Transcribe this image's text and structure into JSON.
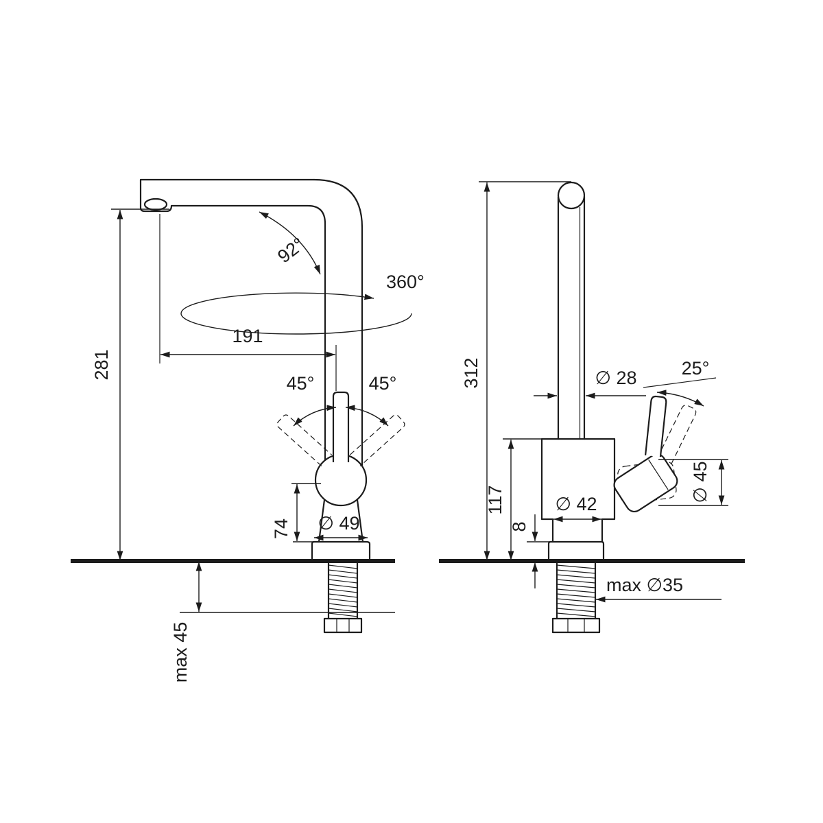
{
  "drawing": {
    "type": "faucet-technical-dimension-drawing",
    "line_color": "#1c1c1c",
    "background": "#ffffff",
    "front_view": {
      "dim_total_height": "281",
      "dim_spout_reach": "191",
      "dim_spout_angle": "92°",
      "dim_swivel_range": "360°",
      "dim_handle_tilt_left": "45°",
      "dim_handle_tilt_right": "45°",
      "dim_body_height": "74",
      "dim_base_diameter": "∅ 49",
      "dim_max_counter_thickness": "max 45"
    },
    "side_view": {
      "dim_total_height": "312",
      "dim_pipe_diameter": "∅ 28",
      "dim_handle_angle": "25°",
      "dim_body_top_height": "117",
      "dim_body_diameter": "∅ 42",
      "dim_handle_diameter": "∅ 45",
      "dim_base_plate_height": "8",
      "dim_max_hole_diameter": "max ∅35"
    }
  }
}
